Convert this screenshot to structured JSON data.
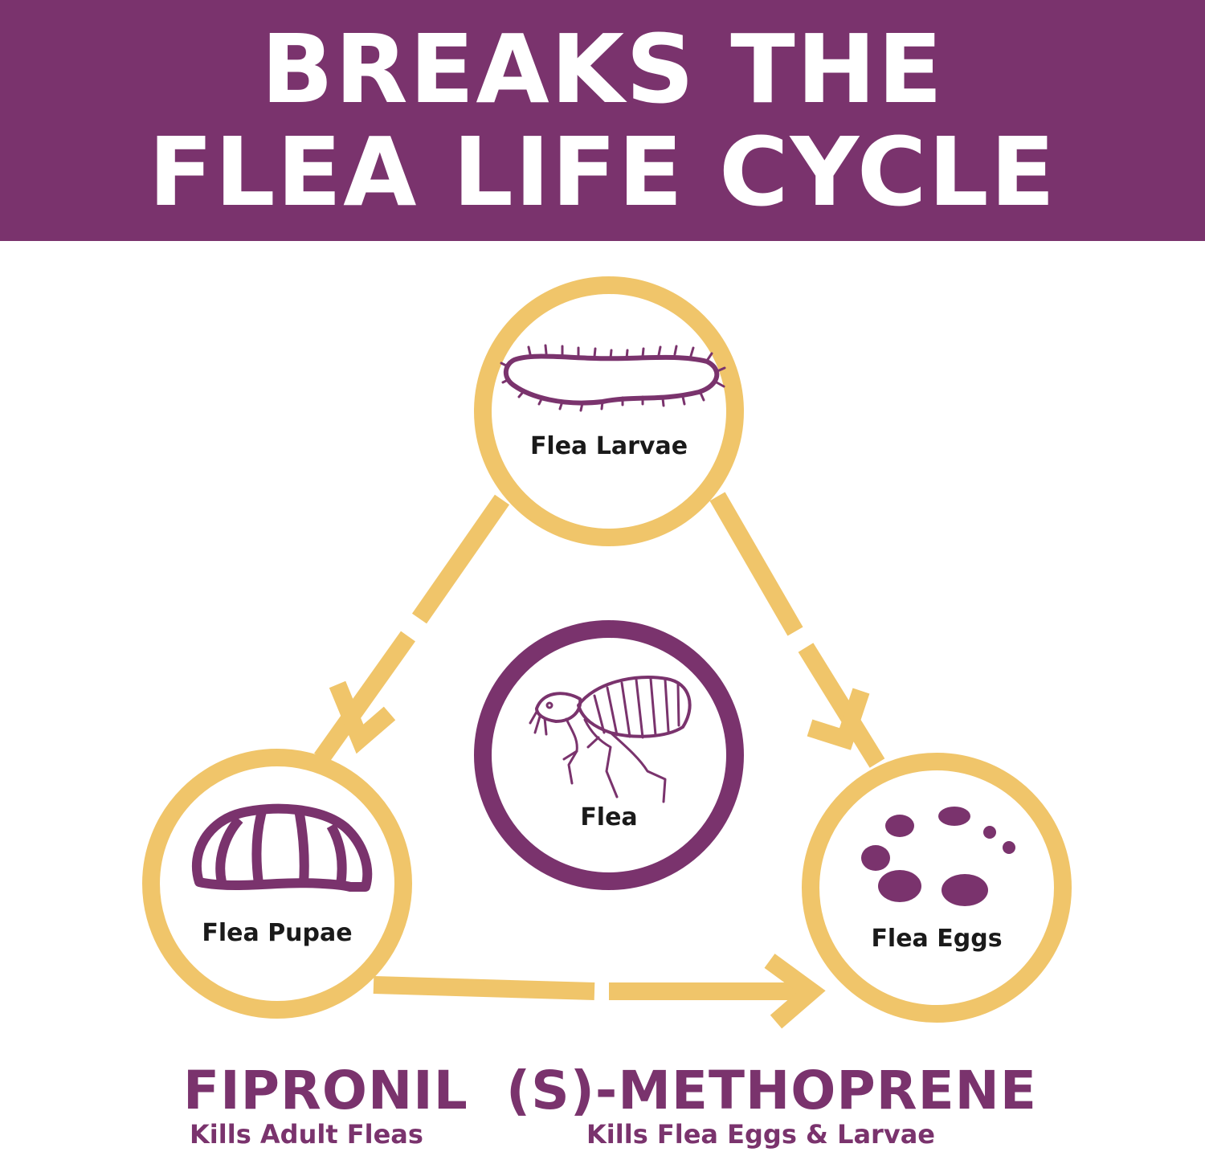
{
  "banner": {
    "line1": "BREAKS THE",
    "line2": "FLEA LIFE CYCLE"
  },
  "stages": {
    "larvae": "Flea Larvae",
    "flea": "Flea",
    "pupae": "Flea Pupae",
    "eggs": "Flea Eggs"
  },
  "ingredients": {
    "fipronil": {
      "name": "FIPRONIL",
      "desc": "Kills Adult Fleas"
    },
    "methoprene": {
      "name": "(S)-METHOPRENE",
      "desc": "Kills Flea Eggs & Larvae"
    }
  },
  "colors": {
    "purple": "#7a336d",
    "gold": "#f0c56a"
  }
}
